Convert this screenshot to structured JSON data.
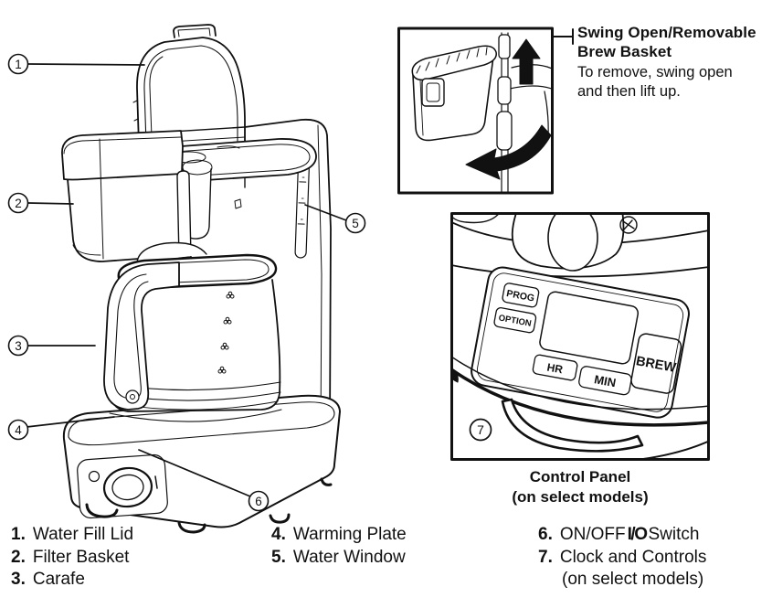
{
  "callouts": {
    "c1": "1",
    "c2": "2",
    "c3": "3",
    "c4": "4",
    "c5": "5",
    "c6": "6",
    "c7": "7"
  },
  "brew_basket_inset": {
    "title_line1": "Swing Open/Removable",
    "title_line2": "Brew Basket",
    "body_line1": "To remove, swing open",
    "body_line2": "and then lift up."
  },
  "control_panel_inset": {
    "buttons": {
      "prog": "PROG",
      "option": "OPTION",
      "hr": "HR",
      "min": "MIN",
      "brew": "BREW"
    },
    "caption_line1": "Control Panel",
    "caption_line2": "(on select models)"
  },
  "legend": {
    "items": [
      {
        "num": "1.",
        "label": "Water Fill Lid"
      },
      {
        "num": "2.",
        "label": "Filter Basket"
      },
      {
        "num": "3.",
        "label": "Carafe"
      },
      {
        "num": "4.",
        "label": "Warming Plate"
      },
      {
        "num": "5.",
        "label": "Water Window"
      },
      {
        "num": "6.",
        "label_pre": "ON/OFF",
        "power": "I/O",
        "label_post": "Switch"
      },
      {
        "num": "7.",
        "label": "Clock and Controls",
        "note": "(on select models)"
      }
    ]
  },
  "colors": {
    "ink": "#111111",
    "paper": "#ffffff"
  }
}
